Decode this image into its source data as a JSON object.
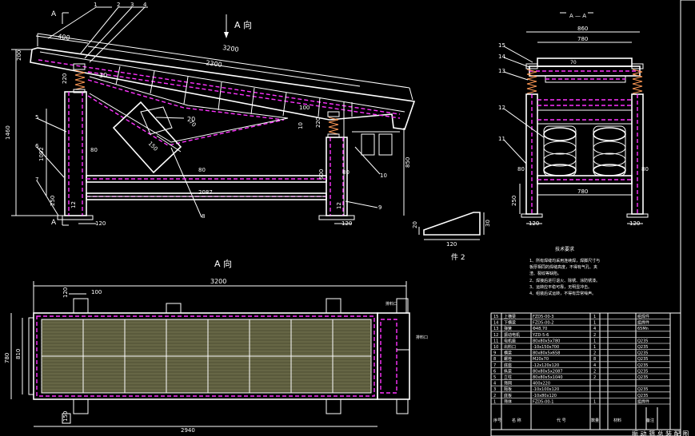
{
  "side_view": {
    "section_marks": [
      "A",
      "A"
    ],
    "direction_label": "A 向",
    "dims": {
      "top_len": "3200",
      "top_inner": "2300",
      "top_left": "400",
      "top_small": "200",
      "support_left": "220",
      "angle_30": "30",
      "deg_20": "20",
      "d100": "100",
      "d10": "10",
      "d220b": "220",
      "height_total": "1460",
      "h_1092": "1092",
      "h_250": "250",
      "h_12a": "12",
      "w_120a": "120",
      "w_80a": "80",
      "w_80b": "80",
      "w_80c": "80",
      "len_2087": "2087",
      "h_600": "600",
      "h_850": "850",
      "h_12b": "12",
      "w_120b": "120",
      "motor_150": "150",
      "motor_70": "70"
    },
    "callouts": [
      "1",
      "2",
      "3",
      "4",
      "5",
      "6",
      "7",
      "8",
      "9",
      "10"
    ]
  },
  "end_view": {
    "title": "A — A",
    "dims": {
      "top_860": "860",
      "inner_780": "780",
      "small_70": "70",
      "h_80a": "80",
      "h_80b": "80",
      "base_780": "780",
      "h_250": "250",
      "w_120a": "120",
      "w_120b": "120"
    },
    "callouts": [
      "15",
      "14",
      "13",
      "12",
      "11"
    ]
  },
  "part2": {
    "d30": "30",
    "d20": "20",
    "d120": "120",
    "label": "件 2"
  },
  "notes": {
    "title": "技术要求",
    "lines": [
      "1、所有焊缝均采用连续焊，焊脚尺寸与",
      "   板厚相同的焊缝高度，不得有气孔、夹",
      "   渣、裂纹等缺陷。",
      "2、焊接后进行退火、除锈、涂防锈漆。",
      "3、运转应平稳可靠，无明显冲击。",
      "4、组装后试运转，不得有异常噪声。"
    ]
  },
  "plan_view": {
    "title": "A  向",
    "dims": {
      "top_3200": "3200",
      "d120": "120",
      "d100": "100",
      "h_780": "780",
      "h_810": "810",
      "bottom_2940": "2940",
      "d150": "150"
    },
    "notes": [
      "排料口",
      "排料口"
    ]
  },
  "bom": {
    "rows": [
      [
        "15",
        "上横梁",
        "FZD5-00-3",
        "1",
        "",
        "组焊件"
      ],
      [
        "14",
        "下横梁",
        "FZD5-00-2",
        "1",
        "",
        "组焊件"
      ],
      [
        "13",
        "弹簧",
        "Φ48,70",
        "4",
        "",
        "65Mn"
      ],
      [
        "12",
        "振动电机",
        "YZD-5-6",
        "2",
        "",
        ""
      ],
      [
        "11",
        "电机座",
        "80x80x5x780",
        "1",
        "",
        "Q235"
      ],
      [
        "10",
        "出料口",
        "-10x150x700",
        "1",
        "",
        "Q235"
      ],
      [
        "9",
        "横梁",
        "80x80x5x658",
        "2",
        "",
        "Q235"
      ],
      [
        "8",
        "螺栓",
        "M20x70",
        "8",
        "",
        "Q235"
      ],
      [
        "7",
        "底座",
        "-12x120x120",
        "4",
        "",
        "Q235"
      ],
      [
        "6",
        "纵梁",
        "80x80x5x2087",
        "2",
        "",
        "Q235"
      ],
      [
        "5",
        "立柱",
        "80x80x5x1040",
        "2",
        "",
        "Q235"
      ],
      [
        "4",
        "筛网",
        "400x220",
        "",
        "",
        ""
      ],
      [
        "3",
        "隔板",
        "-10x100x120",
        "",
        "",
        "Q235"
      ],
      [
        "2",
        "底板",
        "-10x80x120",
        "",
        "",
        "Q235"
      ],
      [
        "1",
        "筛体",
        "FZD5-00-1",
        "1",
        "",
        "组焊件"
      ]
    ],
    "headers": [
      "序号",
      "名 称",
      "代 号",
      "数量",
      "材料",
      "备注"
    ],
    "footer_title": "振 动 筛 总 装 配 图"
  }
}
